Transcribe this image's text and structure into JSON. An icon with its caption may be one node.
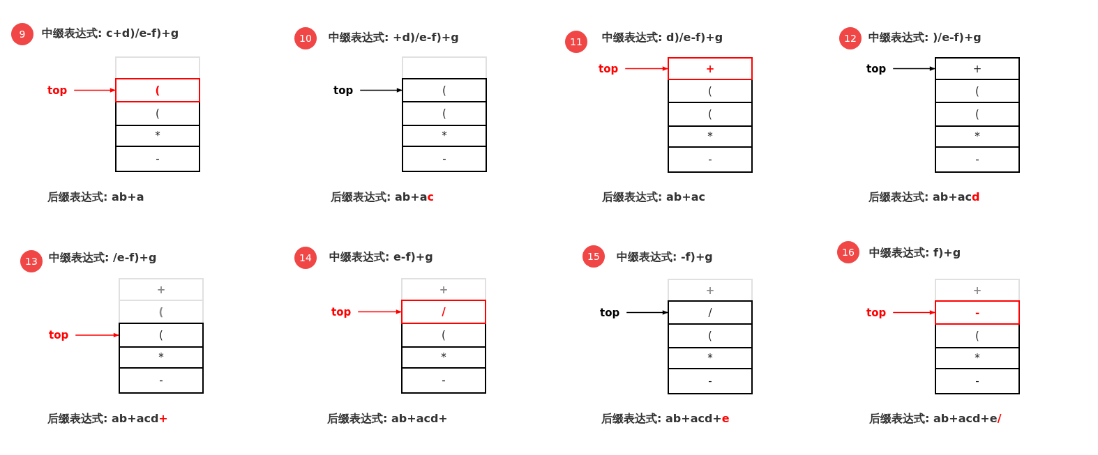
{
  "diagram": {
    "nodes": [
      {
        "text": [
          "9"
        ],
        "beside": [
          "中缀表达式: c+d)/e-f)+g"
        ]
      },
      {
        "text": [
          "top"
        ]
      },
      {
        "text": [],
        "shape": "box"
      },
      {
        "text": [
          "("
        ]
      },
      {
        "text": [
          "("
        ]
      },
      {
        "text": [
          "*"
        ]
      },
      {
        "text": [
          "-"
        ]
      },
      {
        "text": [
          "10"
        ],
        "beside": [
          "中缀表达式: +d)/e-f)+g"
        ]
      },
      {
        "text": [
          "top"
        ]
      },
      {
        "text": [],
        "shape": "box"
      },
      {
        "text": [
          "("
        ]
      },
      {
        "text": [
          "("
        ]
      },
      {
        "text": [
          "*"
        ]
      },
      {
        "text": [
          "-"
        ]
      },
      {
        "text": [
          "11"
        ],
        "beside": [
          "中缀表达式: d)/e-f)+g"
        ]
      },
      {
        "text": [
          "top"
        ]
      },
      {
        "text": [
          "+"
        ]
      },
      {
        "text": [
          "("
        ]
      },
      {
        "text": [
          "("
        ]
      },
      {
        "text": [
          "*"
        ]
      },
      {
        "text": [
          "-"
        ]
      },
      {
        "text": [
          "12"
        ],
        "beside": [
          "中缀表达式: )/e-f)+g"
        ]
      },
      {
        "text": [
          "top"
        ]
      },
      {
        "text": [
          "+"
        ]
      },
      {
        "text": [
          "("
        ]
      },
      {
        "text": [
          "("
        ]
      },
      {
        "text": [
          "*"
        ]
      },
      {
        "text": [
          "-"
        ]
      },
      {
        "text": [
          "13"
        ],
        "beside": [
          "中缀表达式: /e-f)+g"
        ]
      },
      {
        "text": [
          "top"
        ]
      },
      {
        "text": [
          "+"
        ]
      },
      {
        "text": [
          "("
        ]
      },
      {
        "text": [
          "("
        ]
      },
      {
        "text": [
          "*"
        ]
      },
      {
        "text": [
          "-"
        ]
      },
      {
        "text": [
          "14"
        ],
        "beside": [
          "中缀表达式: e-f)+g"
        ]
      },
      {
        "text": [
          "top"
        ]
      },
      {
        "text": [
          "+"
        ]
      },
      {
        "text": [
          "/"
        ]
      },
      {
        "text": [
          "("
        ]
      },
      {
        "text": [
          "*"
        ]
      },
      {
        "text": [
          "-"
        ]
      },
      {
        "text": [
          "15"
        ],
        "beside": [
          "中缀表达式: -f)+g"
        ]
      },
      {
        "text": [
          "top"
        ]
      },
      {
        "text": [
          "+"
        ]
      },
      {
        "text": [
          "/"
        ]
      },
      {
        "text": [
          "("
        ]
      },
      {
        "text": [
          "*"
        ]
      },
      {
        "text": [
          "-"
        ]
      },
      {
        "text": [
          "16"
        ],
        "beside": [
          "中缀表达式: f)+g"
        ]
      },
      {
        "text": [
          "top"
        ]
      },
      {
        "text": [
          "+"
        ]
      },
      {
        "text": [
          "-"
        ]
      },
      {
        "text": [
          "("
        ]
      },
      {
        "text": [
          "*"
        ]
      },
      {
        "text": [
          "-"
        ]
      }
    ],
    "edges": [
      {
        "from": 1,
        "to": 3,
        "arrow": "to"
      },
      {
        "from": 8,
        "to": 10,
        "arrow": "to",
        "color": "#000000"
      },
      {
        "from": 15,
        "to": 16,
        "arrow": "to"
      },
      {
        "from": 22,
        "to": 23,
        "arrow": "to",
        "color": "#000000"
      },
      {
        "from": 29,
        "to": 32,
        "arrow": "to"
      },
      {
        "from": 36,
        "to": 38,
        "arrow": "to"
      },
      {
        "from": 43,
        "to": 45,
        "arrow": "to",
        "color": "#000000"
      },
      {
        "from": 50,
        "to": 52,
        "arrow": "to"
      }
    ],
    "labels": [
      "后缀表达式: ab+a",
      "后缀表达式: ab+ac",
      "后缀表达式: ab+ac",
      "后缀表达式: ab+acd",
      "后缀表达式: ab+acd+",
      "后缀表达式: ab+acd+",
      "后缀表达式: ab+acd+e",
      "后缀表达式: ab+acd+e/"
    ]
  }
}
